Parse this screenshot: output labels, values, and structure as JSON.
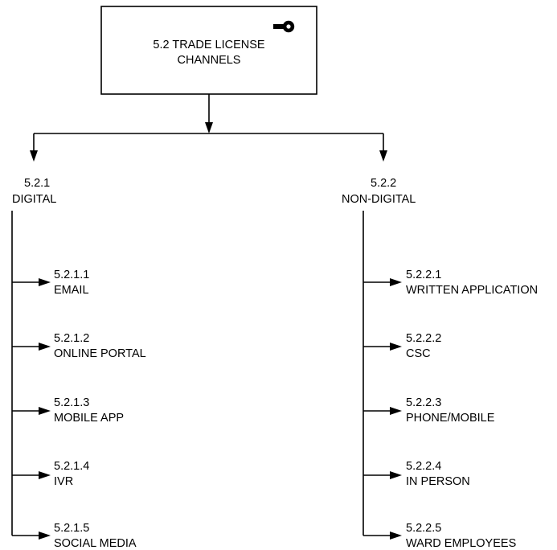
{
  "root": {
    "title_line1": "5.2 TRADE LICENSE",
    "title_line2": "CHANNELS",
    "icon": "key-icon"
  },
  "branches": [
    {
      "code": "5.2.1",
      "label": "DIGITAL",
      "items": [
        {
          "code": "5.2.1.1",
          "label": "EMAIL"
        },
        {
          "code": "5.2.1.2",
          "label": "ONLINE PORTAL"
        },
        {
          "code": "5.2.1.3",
          "label": "MOBILE APP"
        },
        {
          "code": "5.2.1.4",
          "label": "IVR"
        },
        {
          "code": "5.2.1.5",
          "label": "SOCIAL MEDIA"
        }
      ]
    },
    {
      "code": "5.2.2",
      "label": "NON-DIGITAL",
      "items": [
        {
          "code": "5.2.2.1",
          "label": "WRITTEN APPLICATION"
        },
        {
          "code": "5.2.2.2",
          "label": "CSC"
        },
        {
          "code": "5.2.2.3",
          "label": "PHONE/MOBILE"
        },
        {
          "code": "5.2.2.4",
          "label": "IN PERSON"
        },
        {
          "code": "5.2.2.5",
          "label": "WARD EMPLOYEES"
        }
      ]
    }
  ]
}
